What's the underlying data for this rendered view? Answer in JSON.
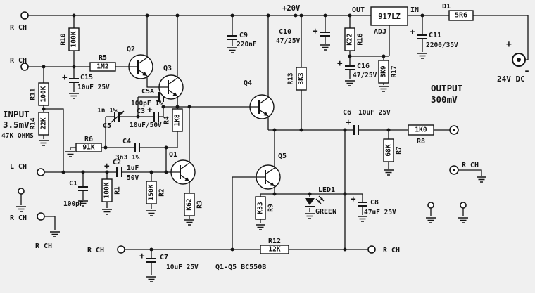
{
  "colors": {
    "background": "#f0f0f0",
    "ink": "#141414"
  },
  "labels": {
    "rch": "R CH",
    "lch": "L CH",
    "rail": "+20V",
    "plus": "+",
    "minus": "-",
    "supply": "24V DC",
    "input_line1": "INPUT",
    "input_line2": "3.5mV",
    "input_line3": "47K OHMS",
    "output_line1": "OUTPUT",
    "output_line2": "300mV",
    "note": "Q1-Q5 BC550B"
  },
  "regulator": {
    "name": "917LZ",
    "pin_out": "OUT",
    "pin_in": "IN",
    "pin_adj": "ADJ"
  },
  "diode": {
    "name": "D1",
    "value": "5R6"
  },
  "transistors": {
    "q1": "Q1",
    "q2": "Q2",
    "q3": "Q3",
    "q4": "Q4",
    "q5": "Q5"
  },
  "led": {
    "name": "LED1",
    "color_label": "GREEN"
  },
  "resistors": {
    "r1": {
      "name": "R1",
      "value": "100K"
    },
    "r2": {
      "name": "R2",
      "value": "150K"
    },
    "r3": {
      "name": "R3",
      "value": "K62"
    },
    "r4": {
      "name": "R4",
      "value": "1K8"
    },
    "r5": {
      "name": "R5",
      "value": "1M2"
    },
    "r6": {
      "name": "R6",
      "value": "91K"
    },
    "r7": {
      "name": "R7",
      "value": "68K"
    },
    "r8": {
      "name": "R8",
      "value": "1K0"
    },
    "r9": {
      "name": "R9",
      "value": "K33"
    },
    "r10": {
      "name": "R10",
      "value": "100K"
    },
    "r11": {
      "name": "R11",
      "value": "100K"
    },
    "r12": {
      "name": "R12",
      "value": "12K"
    },
    "r13": {
      "name": "R13",
      "value": "3K3"
    },
    "r14": {
      "name": "R14",
      "value": "22K"
    },
    "r16": {
      "name": "R16",
      "value": "K22"
    },
    "r17": {
      "name": "R17",
      "value": "3K9"
    }
  },
  "capacitors": {
    "c1": {
      "name": "C1",
      "value": "100pF"
    },
    "c2": {
      "name": "C2",
      "value": "1uF",
      "value2": "50V"
    },
    "c3": {
      "name": "C3",
      "value": "10uF/50V"
    },
    "c4": {
      "name": "C4",
      "value": "3n3 1%"
    },
    "c5": {
      "name": "C5",
      "value": "1n 1%"
    },
    "c5a": {
      "name": "C5A",
      "value": "100pF 1%"
    },
    "c6": {
      "name": "C6",
      "value": "10uF 25V"
    },
    "c7": {
      "name": "C7",
      "value": "10uF 25V"
    },
    "c8": {
      "name": "C8",
      "value": "47uF 25V"
    },
    "c9": {
      "name": "C9",
      "value": "220nF"
    },
    "c10": {
      "name": "C10",
      "value": "47/25V"
    },
    "c11": {
      "name": "C11",
      "value": "2200/35V"
    },
    "c15": {
      "name": "C15",
      "value": "10uF 25V"
    },
    "c16": {
      "name": "C16",
      "value": "47/25V"
    }
  }
}
